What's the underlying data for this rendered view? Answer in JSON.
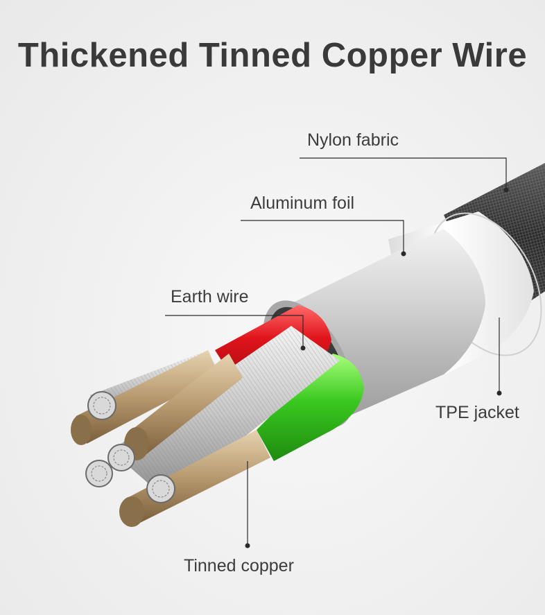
{
  "title": "Thickened Tinned Copper Wire",
  "labels": {
    "nylon": "Nylon fabric",
    "aluminum": "Aluminum foil",
    "earth": "Earth wire",
    "tpe": "TPE jacket",
    "copper": "Tinned copper"
  },
  "colors": {
    "background": "#efefef",
    "text": "#3a3a3a",
    "leader": "#2a2a2a",
    "red_insulation": "#e0141b",
    "green_insulation": "#39c81f",
    "white_jacket": "#f4f4f4",
    "foil": "#c9c9c9",
    "nylon_braid": "#2f2f2f",
    "copper": "#b89a70"
  }
}
